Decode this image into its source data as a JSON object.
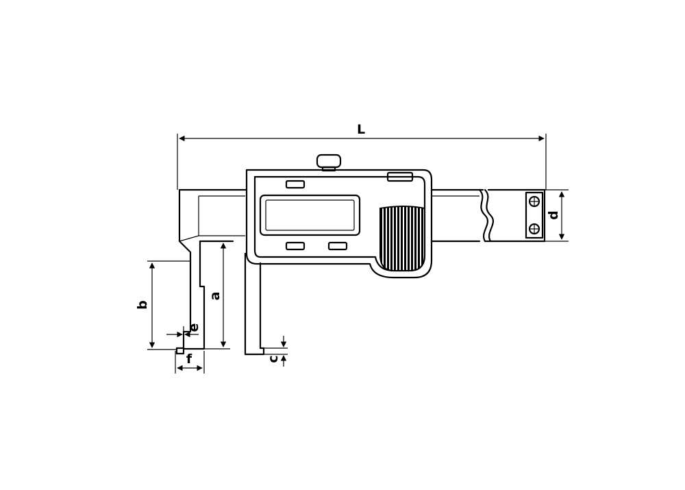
{
  "dimensions": {
    "L": "L",
    "d": "d",
    "a": "a",
    "b": "b",
    "c": "c",
    "e": "e",
    "f": "f"
  },
  "colors": {
    "line": "#000000",
    "background": "#ffffff"
  }
}
